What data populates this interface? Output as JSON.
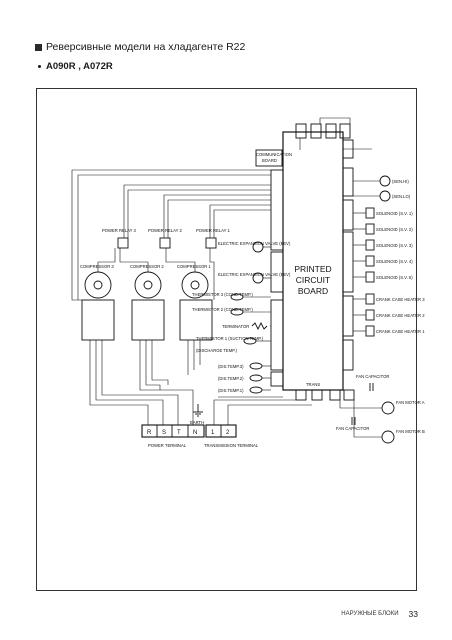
{
  "page": {
    "heading": "Реверсивные модели на хладагенте R22",
    "models": "A090R , A072R",
    "footer_section": "НАРУЖНЫЕ БЛОКИ",
    "page_number": "33"
  },
  "diagram": {
    "pcb_label_1": "PRINTED",
    "pcb_label_2": "CIRCUIT",
    "pcb_label_3": "BOARD",
    "communication_board": "COMMUNICATION",
    "communication_board_2": "BOARD",
    "power_relay_3": "POWER RELAY 3",
    "power_relay_2": "POWER RELAY 2",
    "power_relay_1": "POWER RELAY 1",
    "compressor_3": "COMPRESSOR 3",
    "compressor_2": "COMPRESSOR 2",
    "compressor_1": "COMPRESSOR 1",
    "evv_2": "ELECTRIC EXPANSION VALVE (EEV)",
    "evv_1": "ELECTRIC EXPANSION VALVE (EEV)",
    "thermistor_3": "THERMISTOR 3 (COND.TEMP.)",
    "thermistor_2": "THERMISTOR 2 (COND.TEMP.)",
    "thermistor_1": "THERMISTOR 1 (SUCTION TEMP.)",
    "discharge_temp": "(DISCHARGE TEMP.)",
    "terminator": "TERMINATOR",
    "dis_temp_3": "(DIS.TEMP.3)",
    "dis_temp_2": "(DIS.TEMP.2)",
    "dis_temp_1": "(DIS.TEMP.1)",
    "sen_hi": "(SEN.HI)",
    "sen_lo": "(SEN.LO)",
    "solenoid_1": "SOLENOID (S.V. 1)",
    "solenoid_2": "SOLENOID (S.V. 2)",
    "solenoid_3": "SOLENOID (S.V. 3)",
    "solenoid_4": "SOLENOID (S.V. 4)",
    "solenoid_5": "SOLENOID (S.V. 5)",
    "crank_heater_3": "CRANK CASE HEATER 3",
    "crank_heater_2": "CRANK CASE HEATER 2",
    "crank_heater_1": "CRANK CASE HEATER 1",
    "fan_capacitor": "FAN CAPACITOR",
    "fan_motor_a": "FAN MOTOR A",
    "fan_motor_b": "FAN MOTOR B",
    "fan_capacitor_2": "FAN CAPACITOR",
    "earth": "EARTH",
    "power_terminal": "POWER TERMINAL",
    "transmission_terminal": "TRANSMISSION TERMINAL",
    "terminal_rstn": [
      "R",
      "S",
      "T",
      "N"
    ],
    "terminal_12": [
      "1",
      "2"
    ],
    "trans_label": "TRANS"
  }
}
